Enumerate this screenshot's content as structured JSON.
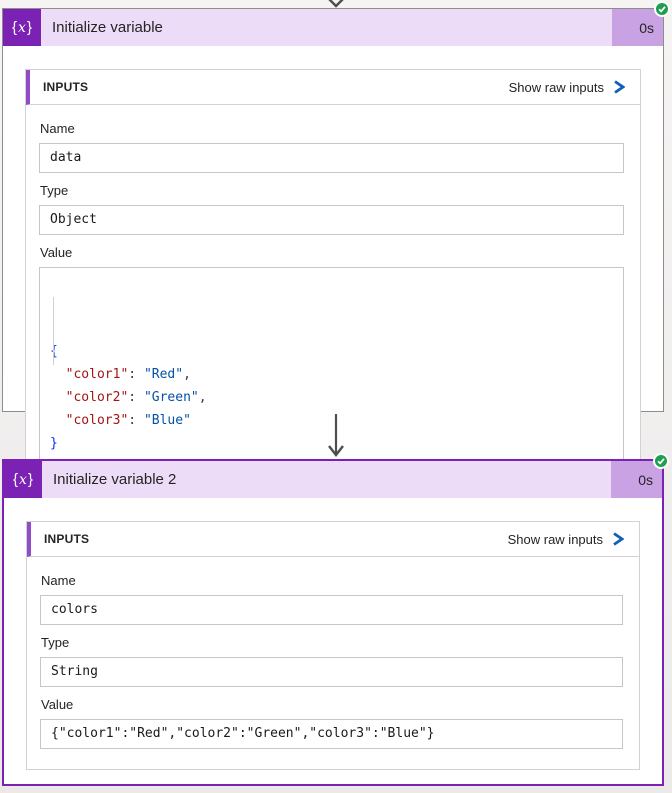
{
  "colors": {
    "accent_purple": "#7b22b4",
    "header_lavender": "#ecdcf7",
    "duration_lavender": "#c9a2e3",
    "panel_stripe_purple": "#8f4dc9",
    "success_green": "#1d9e50",
    "chevron_blue": "#1160b7",
    "code_key": "#a31515",
    "code_string": "#0451a5",
    "code_brace": "#0433fa"
  },
  "cards": [
    {
      "title": "Initialize variable",
      "duration": "0s",
      "status": "succeeded",
      "panel": {
        "header": "INPUTS",
        "action_label": "Show raw inputs"
      },
      "fields": {
        "name_label": "Name",
        "name_value": "data",
        "type_label": "Type",
        "type_value": "Object",
        "value_label": "Value"
      },
      "code_lines": [
        [
          {
            "t": "{",
            "c": "brace"
          }
        ],
        [
          {
            "t": "  ",
            "c": "plain"
          },
          {
            "t": "\"color1\"",
            "c": "key"
          },
          {
            "t": ": ",
            "c": "punc"
          },
          {
            "t": "\"Red\"",
            "c": "str"
          },
          {
            "t": ",",
            "c": "punc"
          }
        ],
        [
          {
            "t": "  ",
            "c": "plain"
          },
          {
            "t": "\"color2\"",
            "c": "key"
          },
          {
            "t": ": ",
            "c": "punc"
          },
          {
            "t": "\"Green\"",
            "c": "str"
          },
          {
            "t": ",",
            "c": "punc"
          }
        ],
        [
          {
            "t": "  ",
            "c": "plain"
          },
          {
            "t": "\"color3\"",
            "c": "key"
          },
          {
            "t": ": ",
            "c": "punc"
          },
          {
            "t": "\"Blue\"",
            "c": "str"
          }
        ],
        [
          {
            "t": "}",
            "c": "brace"
          }
        ]
      ]
    },
    {
      "title": "Initialize variable 2",
      "duration": "0s",
      "status": "succeeded",
      "panel": {
        "header": "INPUTS",
        "action_label": "Show raw inputs"
      },
      "fields": {
        "name_label": "Name",
        "name_value": "colors",
        "type_label": "Type",
        "type_value": "String",
        "value_label": "Value",
        "value_text": "{\"color1\":\"Red\",\"color2\":\"Green\",\"color3\":\"Blue\"}"
      }
    }
  ]
}
